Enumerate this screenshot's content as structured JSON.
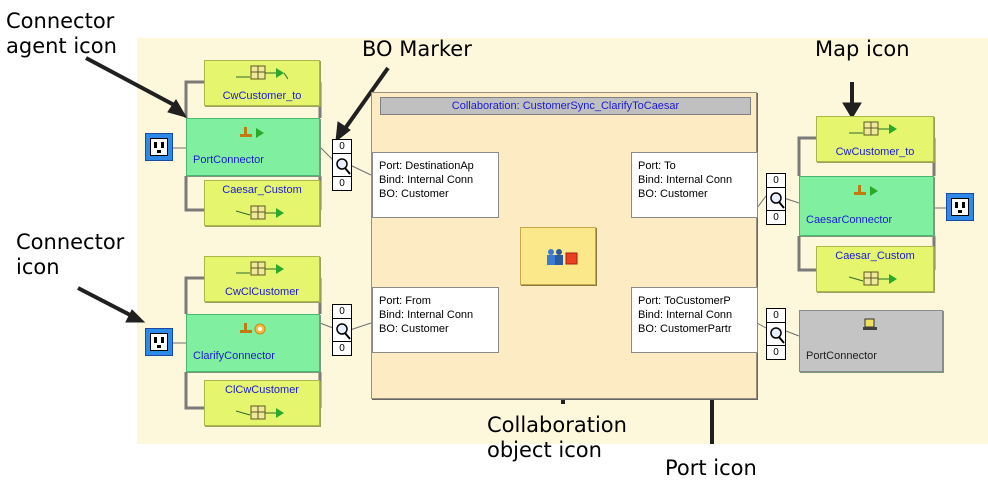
{
  "annotations": {
    "connector_agent_icon": [
      "Connector",
      "agent icon"
    ],
    "bo_marker": "BO Marker",
    "map_icon": "Map icon",
    "connector_icon": [
      "Connector",
      "icon"
    ],
    "collaboration_object_icon": [
      "Collaboration",
      "object icon"
    ],
    "port_icon": "Port icon"
  },
  "collaboration": {
    "title": "Collaboration: CustomerSync_ClarifyToCaesar",
    "ports": [
      {
        "port": "Port: DestinationAp",
        "bind": "Bind: Internal Conn",
        "bo": "BO: Customer"
      },
      {
        "port": "Port: To",
        "bind": "Bind: Internal Conn",
        "bo": "BO: Customer"
      },
      {
        "port": "Port: From",
        "bind": "Bind: Internal Conn",
        "bo": "BO: Customer"
      },
      {
        "port": "Port: ToCustomerP",
        "bind": "Bind: Internal Conn",
        "bo": "BO: CustomerPartr"
      }
    ]
  },
  "connectors": {
    "left_top": {
      "label": "PortConnector",
      "map_top": "CwCustomer_to",
      "map_bottom": "Caesar_Custom"
    },
    "left_bottom": {
      "label": "ClarifyConnector",
      "map_top": "CwClCustomer",
      "map_bottom": "ClCwCustomer"
    },
    "right_top": {
      "label": "CaesarConnector",
      "map_top": "CwCustomer_to",
      "map_bottom": "Caesar_Custom"
    },
    "right_bottom": {
      "label": "PortConnector"
    }
  },
  "bo_markers": [
    {
      "top": "0",
      "bottom": "0"
    },
    {
      "top": "0",
      "bottom": "0"
    },
    {
      "top": "0",
      "bottom": "0"
    },
    {
      "top": "0",
      "bottom": "0"
    }
  ],
  "colors": {
    "canvas": "#fdf8dc",
    "map_box": "#e6f56e",
    "connector": "#80f0a0",
    "connector_inactive": "#c4c4c4",
    "collaboration": "#fdebc4",
    "label_text": "#1a1ad8",
    "plug_icon": "#2d8ae8"
  },
  "icons": {
    "map": "map-icon",
    "connector": "plug-icon",
    "agent": "agent-icon",
    "bo_marker": "magnifier-icon",
    "collaboration_object": "collaboration-object-icon"
  }
}
